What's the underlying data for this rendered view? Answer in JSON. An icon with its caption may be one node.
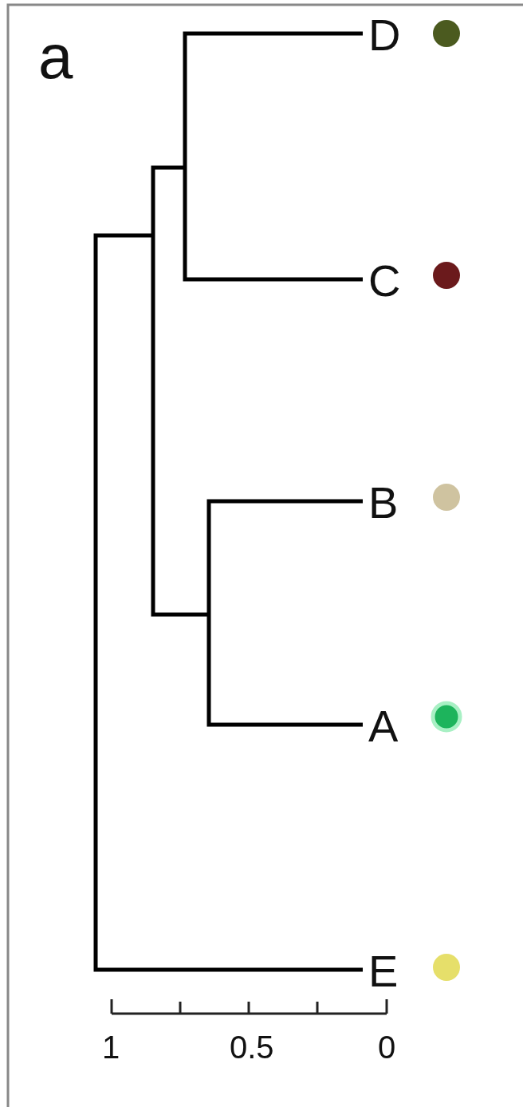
{
  "diagram": {
    "labels": [
      "a",
      "D",
      "C",
      "B",
      "A",
      "E",
      "1",
      "0.5",
      "0"
    ]
  }
}
